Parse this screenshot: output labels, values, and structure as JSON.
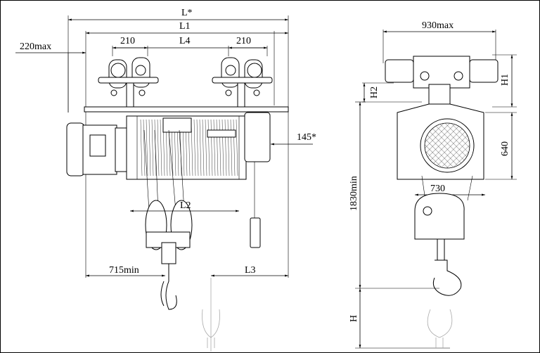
{
  "colors": {
    "line": "#000000",
    "background": "#ffffff",
    "ghost": "#aaaaaa"
  },
  "dimensions": {
    "L_star": "L*",
    "L1": "L1",
    "L4": "L4",
    "trolley_left": "210",
    "trolley_right": "210",
    "overhang_left": "220max",
    "overhang_right": "145*",
    "L2": "L2",
    "min_left": "715min",
    "L3": "L3",
    "width_total": "930max",
    "H1": "H1",
    "H2": "H2",
    "drum_height": "640",
    "frame_width": "730",
    "min_height": "1830min",
    "H": "H"
  }
}
